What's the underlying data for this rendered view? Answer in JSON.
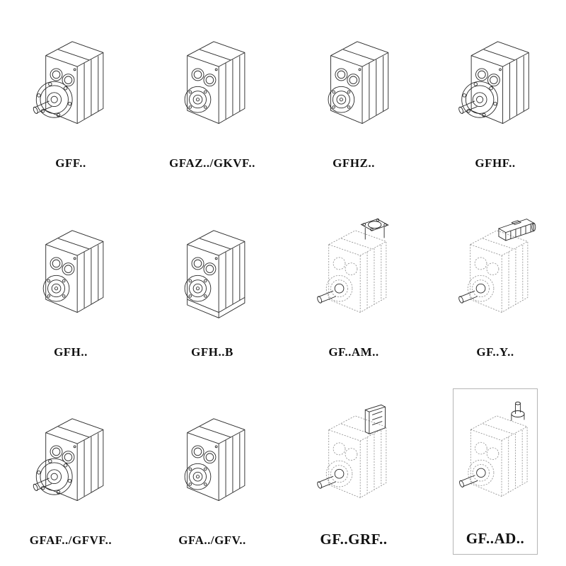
{
  "page": {
    "background_color": "#ffffff",
    "line_color": "#2a2a2a",
    "dashed_line_color": "#8a8a8a"
  },
  "grid": {
    "items": [
      {
        "label": "GFF..",
        "drawing": "gearbox-flange-shaft-icon"
      },
      {
        "label": "GFAZ../GKVF..",
        "drawing": "gearbox-hollow-bore-icon"
      },
      {
        "label": "GFHZ..",
        "drawing": "gearbox-hollow-bore-icon"
      },
      {
        "label": "GFHF..",
        "drawing": "gearbox-flange-shaft-icon"
      },
      {
        "label": "GFH..",
        "drawing": "gearbox-hollow-bore-icon"
      },
      {
        "label": "GFH..B",
        "drawing": "gearbox-hollow-bore-base-icon"
      },
      {
        "label": "GF..AM..",
        "drawing": "gearbox-dashed-input-flange-icon"
      },
      {
        "label": "GF..Y..",
        "drawing": "gearbox-dashed-motor-icon"
      },
      {
        "label": "GFAF../GFVF..",
        "drawing": "gearbox-flange-shaft-icon"
      },
      {
        "label": "GFA../GFV..",
        "drawing": "gearbox-hollow-bore-icon"
      },
      {
        "label": "GF..GRF..",
        "drawing": "gearbox-dashed-adapter-icon"
      },
      {
        "label": "GF..AD..",
        "drawing": "gearbox-dashed-top-shaft-icon"
      }
    ]
  }
}
